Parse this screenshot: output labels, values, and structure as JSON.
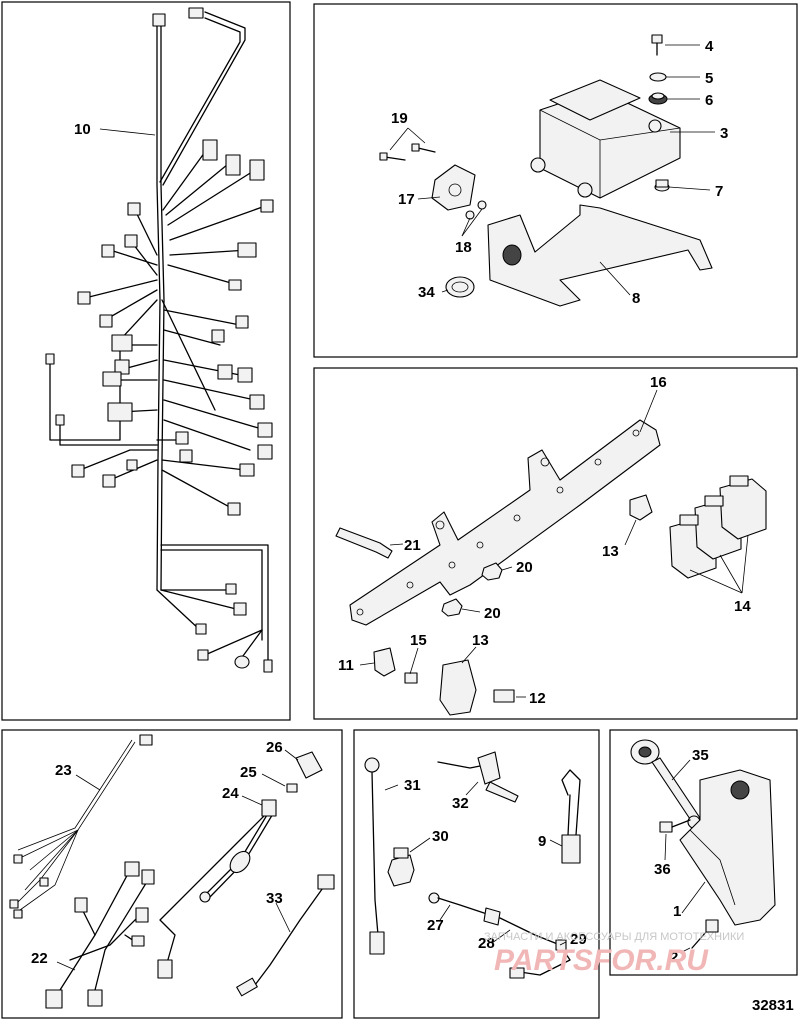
{
  "panels": [
    {
      "id": "harness-panel",
      "callouts": [
        "10"
      ]
    },
    {
      "id": "ecm-panel",
      "callouts": [
        "19",
        "17",
        "18",
        "34",
        "4",
        "5",
        "6",
        "3",
        "7",
        "8"
      ]
    },
    {
      "id": "bracket-panel",
      "callouts": [
        "16",
        "21",
        "13",
        "20",
        "20",
        "14",
        "11",
        "15",
        "13",
        "12"
      ]
    },
    {
      "id": "sub-harness-panel",
      "callouts": [
        "23",
        "26",
        "25",
        "24",
        "33",
        "22"
      ]
    },
    {
      "id": "sensor-panel",
      "callouts": [
        "31",
        "32",
        "9",
        "30",
        "27",
        "28",
        "29"
      ]
    },
    {
      "id": "mount-panel",
      "callouts": [
        "35",
        "36",
        "1",
        "2"
      ]
    }
  ],
  "callouts": {
    "c10": "10",
    "c19": "19",
    "c17": "17",
    "c18": "18",
    "c34": "34",
    "c4": "4",
    "c5": "5",
    "c6": "6",
    "c3": "3",
    "c7": "7",
    "c8": "8",
    "c16": "16",
    "c21": "21",
    "c13a": "13",
    "c20a": "20",
    "c20b": "20",
    "c14": "14",
    "c11": "11",
    "c15": "15",
    "c13b": "13",
    "c12": "12",
    "c23": "23",
    "c26": "26",
    "c25": "25",
    "c24": "24",
    "c33": "33",
    "c22": "22",
    "c31": "31",
    "c32": "32",
    "c9": "9",
    "c30": "30",
    "c27": "27",
    "c28": "28",
    "c29": "29",
    "c35": "35",
    "c36": "36",
    "c1": "1",
    "c2": "2"
  },
  "figure_number": "32831",
  "watermark": {
    "line1": "ЗАПЧАСТИ И АКСЕССУАРЫ ДЛЯ МОТОТЕХНИКИ",
    "line2": "PARTSFOR.RU"
  }
}
